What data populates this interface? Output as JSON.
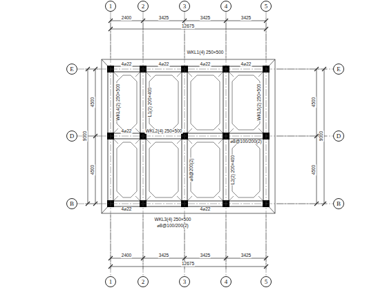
{
  "diagram": {
    "nodes": [
      {
        "text": [
          "1"
        ]
      },
      {
        "text": [
          "2"
        ]
      },
      {
        "text": [
          "3"
        ]
      },
      {
        "text": [
          "4"
        ]
      },
      {
        "text": [
          "5"
        ]
      },
      {
        "text": [
          "E"
        ]
      },
      {
        "text": [
          "D"
        ]
      },
      {
        "text": [
          "B"
        ]
      },
      {
        "text": [
          "E"
        ]
      },
      {
        "text": [
          "D"
        ]
      },
      {
        "text": [
          "B"
        ]
      },
      {
        "text": [
          "1"
        ]
      },
      {
        "text": [
          "2"
        ]
      },
      {
        "text": [
          "3"
        ]
      },
      {
        "text": [
          "4"
        ]
      },
      {
        "text": [
          "5"
        ]
      }
    ],
    "edges": [
      {
        "from": 0,
        "to": 11,
        "arrow": "none"
      },
      {
        "from": 1,
        "to": 12,
        "arrow": "none"
      },
      {
        "from": 2,
        "to": 13,
        "arrow": "none"
      },
      {
        "from": 3,
        "to": 14,
        "arrow": "none"
      },
      {
        "from": 4,
        "to": 15,
        "arrow": "none"
      },
      {
        "from": 5,
        "to": 8,
        "arrow": "none"
      },
      {
        "from": 6,
        "to": 9,
        "arrow": "none"
      },
      {
        "from": 7,
        "to": 10,
        "arrow": "none"
      }
    ],
    "labels": [
      "2400",
      "3425",
      "3425",
      "3425",
      "12675",
      "2400",
      "3425",
      "3425",
      "3425",
      "12675",
      "4500",
      "4500",
      "9000",
      "4500",
      "4500",
      "9000",
      "WKL1(4) 250×500",
      "4⌀22",
      "4⌀22",
      "4⌀22",
      "4⌀22",
      "WKL2(4) 250×500",
      "⌀8@100/200(2)",
      "4⌀22",
      "WKL3(4) 250×500",
      "⌀8@100/200(2)",
      "4⌀22",
      "4⌀22",
      "WKL4(2) 250×500",
      "WKL5(2) 250×500",
      "L1(2) 200×400",
      "L2(2) 200×400",
      "⌀8@200(2)"
    ]
  }
}
